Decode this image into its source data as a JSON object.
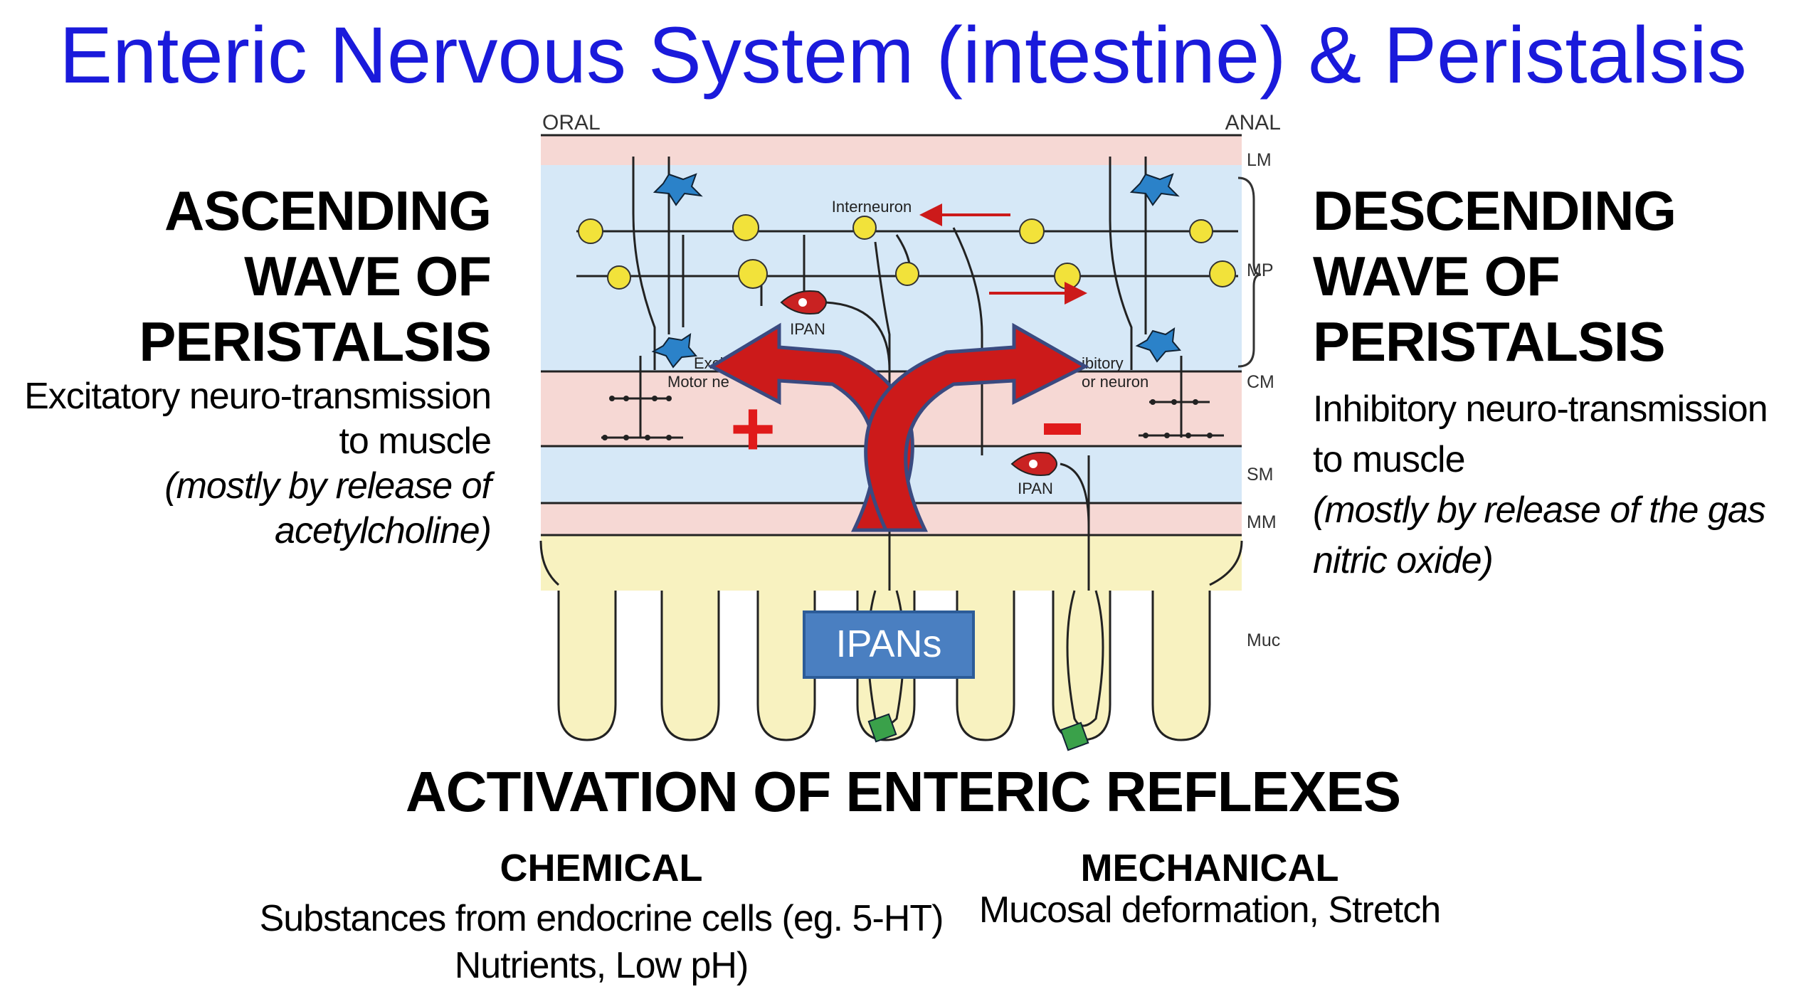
{
  "title": "Enteric Nervous System (intestine) & Peristalsis",
  "left": {
    "heading_lines": [
      "ASCENDING",
      "WAVE OF",
      "PERISTALSIS"
    ],
    "description_lines": [
      "Excitatory neuro-transmission",
      "to muscle"
    ],
    "italic_lines": [
      "(mostly by release of",
      "acetylcholine)"
    ]
  },
  "right": {
    "heading_lines": [
      "DESCENDING",
      "WAVE OF",
      "PERISTALSIS"
    ],
    "description_lines": [
      "Inhibitory neuro-transmission",
      "to muscle"
    ],
    "italic_lines": [
      "(mostly by release of the gas",
      "nitric oxide)"
    ]
  },
  "diagram": {
    "oral_label": "ORAL",
    "anal_label": "ANAL",
    "layer_labels": [
      "LM",
      "MP",
      "CM",
      "SM",
      "MM",
      "Muc"
    ],
    "interneuron_label": "Interneuron",
    "ipan_label": "IPAN",
    "excitatory_label_line1": "Excit",
    "excitatory_label_line2": "Motor ne",
    "inhibitory_label_line1": "ibitory",
    "inhibitory_label_line2": "or neuron",
    "plus_sign": "+",
    "minus_sign": "-",
    "ipans_box_label": "IPANs",
    "colors": {
      "layer_pink": "#f6d8d4",
      "layer_blue": "#d6e8f7",
      "mucosa": "#f8f2c0",
      "red_arrow": "#cc1a1a",
      "ipans_box": "#4a7fc1",
      "motor_neuron": "#2b82c9",
      "interneuron": "#f2e23a",
      "ipan_cell": "#c92222",
      "endocrine": "#3aa14a"
    }
  },
  "activation": {
    "heading": "ACTIVATION OF ENTERIC REFLEXES",
    "chemical": {
      "heading": "CHEMICAL",
      "lines": [
        "Substances from endocrine cells (eg. 5-HT)",
        "Nutrients, Low pH)"
      ]
    },
    "mechanical": {
      "heading": "MECHANICAL",
      "lines": [
        "Mucosal deformation, Stretch"
      ]
    }
  }
}
